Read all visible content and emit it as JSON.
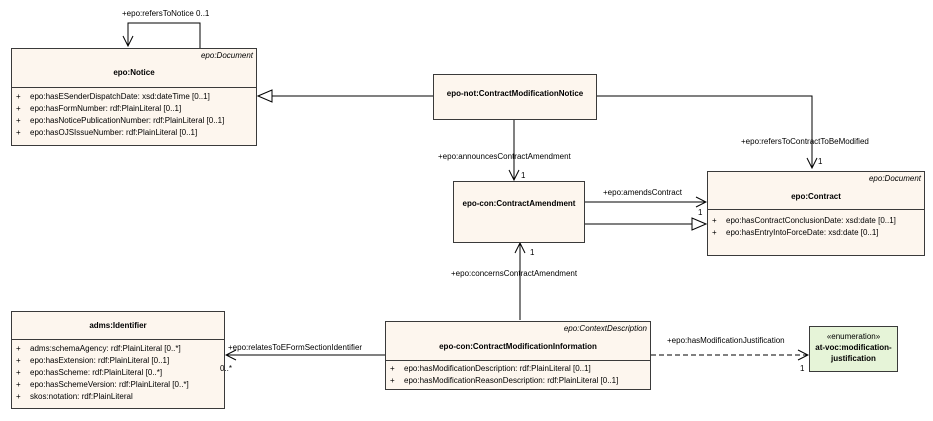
{
  "classes": {
    "notice": {
      "stereotype": "epo:Document",
      "name": "epo:Notice",
      "attributes": [
        {
          "vis": "+",
          "text": "epo:hasESenderDispatchDate: xsd:dateTime [0..1]"
        },
        {
          "vis": "+",
          "text": "epo:hasFormNumber: rdf:PlainLiteral [0..1]"
        },
        {
          "vis": "+",
          "text": "epo:hasNoticePublicationNumber: rdf:PlainLiteral [0..1]"
        },
        {
          "vis": "+",
          "text": "epo:hasOJSIssueNumber: rdf:PlainLiteral [0..1]"
        }
      ]
    },
    "cmn": {
      "name": "epo-not:ContractModificationNotice"
    },
    "amendment": {
      "name": "epo-con:ContractAmendment"
    },
    "contract": {
      "stereotype": "epo:Document",
      "name": "epo:Contract",
      "attributes": [
        {
          "vis": "+",
          "text": "epo:hasContractConclusionDate: xsd:date [0..1]"
        },
        {
          "vis": "+",
          "text": "epo:hasEntryIntoForceDate: xsd:date [0..1]"
        }
      ]
    },
    "identifier": {
      "name": "adms:Identifier",
      "attributes": [
        {
          "vis": "+",
          "text": "adms:schemaAgency: rdf:PlainLiteral [0..*]"
        },
        {
          "vis": "+",
          "text": "epo:hasExtension: rdf:PlainLiteral [0..1]"
        },
        {
          "vis": "+",
          "text": "epo:hasScheme: rdf:PlainLiteral [0..*]"
        },
        {
          "vis": "+",
          "text": "epo:hasSchemeVersion: rdf:PlainLiteral [0..*]"
        },
        {
          "vis": "+",
          "text": "skos:notation: rdf:PlainLiteral"
        }
      ]
    },
    "cmi": {
      "stereotype": "epo:ContextDescription",
      "name": "epo-con:ContractModificationInformation",
      "attributes": [
        {
          "vis": "+",
          "text": "epo:hasModificationDescription: rdf:PlainLiteral [0..1]"
        },
        {
          "vis": "+",
          "text": "epo:hasModificationReasonDescription: rdf:PlainLiteral [0..1]"
        }
      ]
    },
    "enum": {
      "stereotype": "«enumeration»",
      "name_line1": "at-voc:modification-",
      "name_line2": "justification"
    }
  },
  "relations": {
    "refersToNotice": {
      "label": "+epo:refersToNotice 0..1"
    },
    "announces": {
      "label": "+epo:announcesContractAmendment",
      "multiplicity": "1"
    },
    "refersToContract": {
      "label": "+epo:refersToContractToBeModified",
      "multiplicity": "1"
    },
    "amendsContract": {
      "label": "+epo:amendsContract",
      "multiplicity": "1"
    },
    "concerns": {
      "label": "+epo:concernsContractAmendment",
      "multiplicity": "1"
    },
    "relatesTo": {
      "label": "+epo:relatesToEFormSectionIdentifier",
      "multiplicity": "0..*"
    },
    "justification": {
      "label": "+epo:hasModificationJustification",
      "multiplicity": "1"
    }
  }
}
